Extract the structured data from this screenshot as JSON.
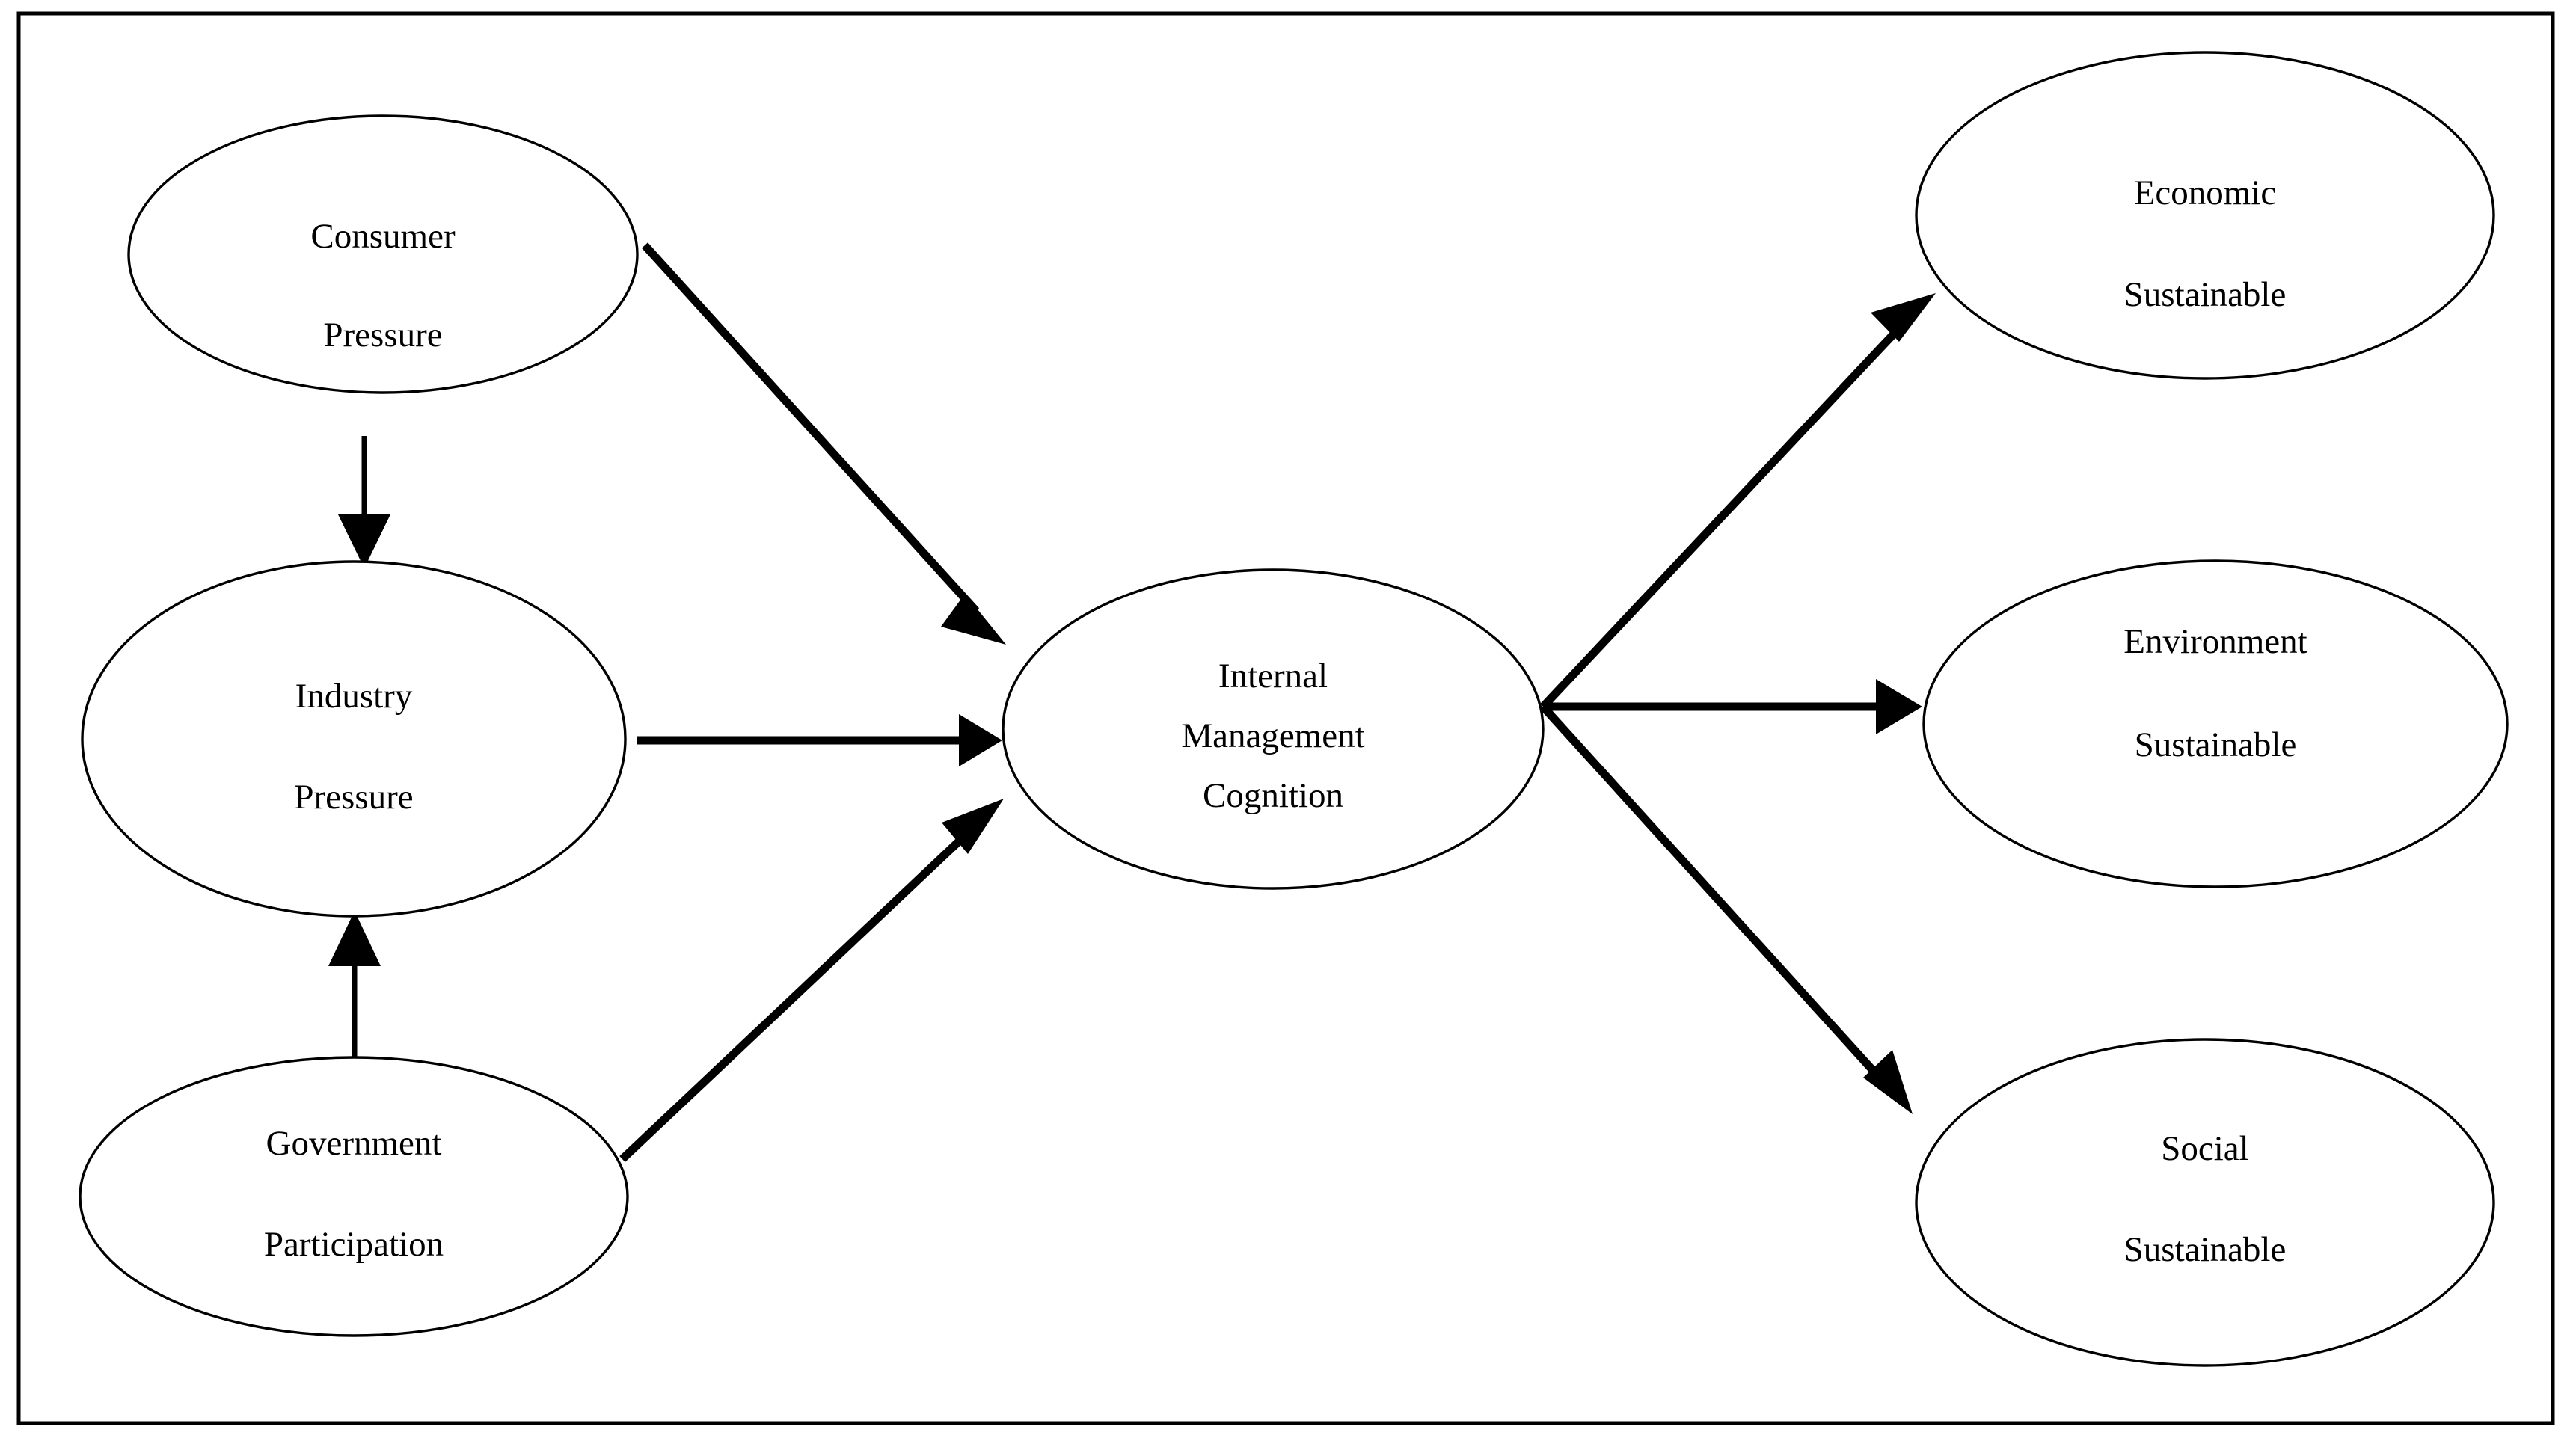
{
  "figure": {
    "type": "conceptual-framework-diagram",
    "background_color": "#ffffff",
    "line_color": "#000000",
    "border_color": "#000000"
  },
  "nodes": [
    {
      "id": "consumer-pressure",
      "line1": "Consumer",
      "line2": "Pressure",
      "role": "antecedent"
    },
    {
      "id": "industry-pressure",
      "line1": "Industry",
      "line2": "Pressure",
      "role": "antecedent"
    },
    {
      "id": "government-participation",
      "line1": "Government",
      "line2": "Participation",
      "role": "antecedent"
    },
    {
      "id": "internal-management-cognition",
      "line1": "Internal",
      "line2": "Management",
      "line3": "Cognition",
      "role": "mediator"
    },
    {
      "id": "economic-sustainable",
      "line1": "Economic",
      "line2": "Sustainable",
      "role": "outcome"
    },
    {
      "id": "environment-sustainable",
      "line1": "Environment",
      "line2": "Sustainable",
      "role": "outcome"
    },
    {
      "id": "social-sustainable",
      "line1": "Social",
      "line2": "Sustainable",
      "role": "outcome"
    }
  ],
  "edges": [
    {
      "id": "consumer-to-industry",
      "from": "consumer-pressure",
      "to": "industry-pressure",
      "style": "thin-arrow"
    },
    {
      "id": "consumer-to-cognition",
      "from": "consumer-pressure",
      "to": "internal-management-cognition",
      "style": "thick-arrow"
    },
    {
      "id": "government-to-industry",
      "from": "government-participation",
      "to": "industry-pressure",
      "style": "thin-arrow"
    },
    {
      "id": "industry-to-cognition",
      "from": "industry-pressure",
      "to": "internal-management-cognition",
      "style": "thick-arrow"
    },
    {
      "id": "government-to-cognition",
      "from": "government-participation",
      "to": "internal-management-cognition",
      "style": "thick-arrow"
    },
    {
      "id": "cognition-to-economic",
      "from": "internal-management-cognition",
      "to": "economic-sustainable",
      "style": "thick-arrow"
    },
    {
      "id": "cognition-to-environment",
      "from": "internal-management-cognition",
      "to": "environment-sustainable",
      "style": "thick-arrow"
    },
    {
      "id": "cognition-to-social",
      "from": "internal-management-cognition",
      "to": "social-sustainable",
      "style": "thick-arrow"
    }
  ]
}
